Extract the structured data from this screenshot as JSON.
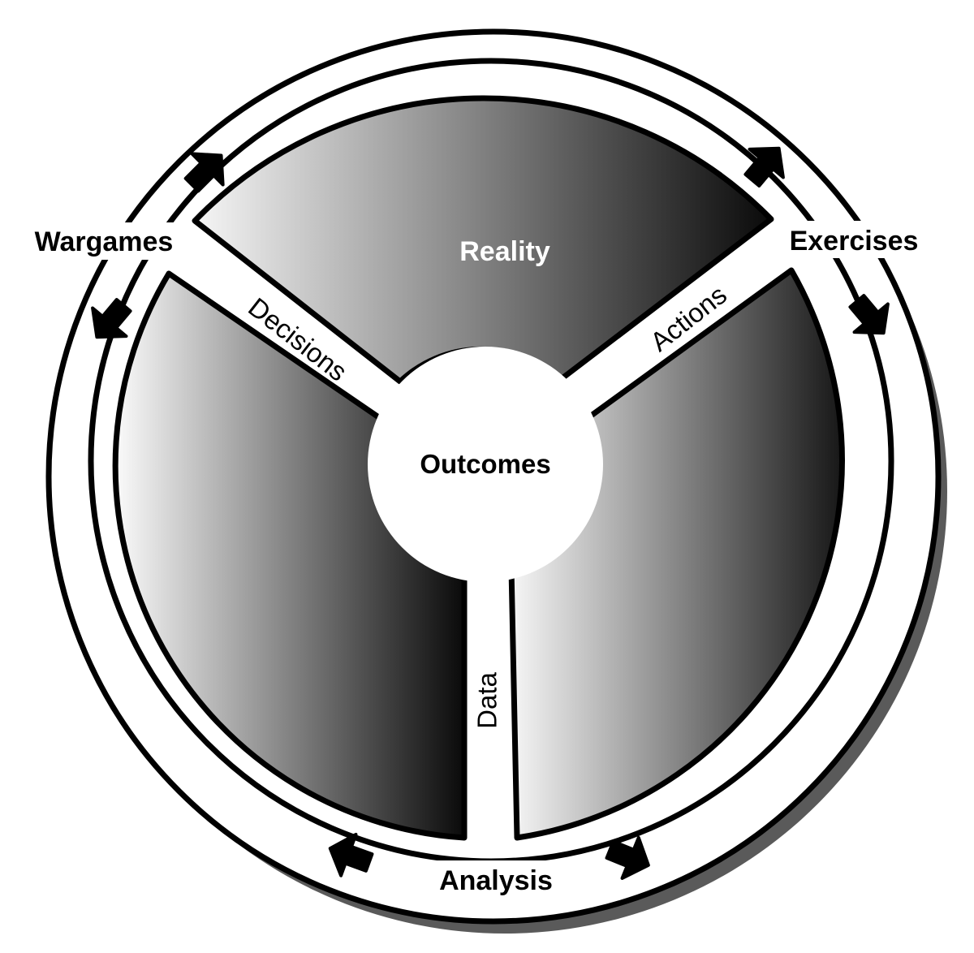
{
  "diagram": {
    "center_label": "Outcomes",
    "segments": {
      "top": "Reality",
      "left": "",
      "right": ""
    },
    "spokes": {
      "left": "Decisions",
      "right": "Actions",
      "bottom": "Data"
    },
    "ring_labels": {
      "left": "Wargames",
      "right": "Exercises",
      "bottom": "Analysis"
    }
  },
  "colors": {
    "ink": "#000000",
    "paper": "#ffffff",
    "shadow": "#5a5a5a",
    "gradient_light": "#f6f6f6",
    "gradient_dark": "#0a0a0a"
  }
}
